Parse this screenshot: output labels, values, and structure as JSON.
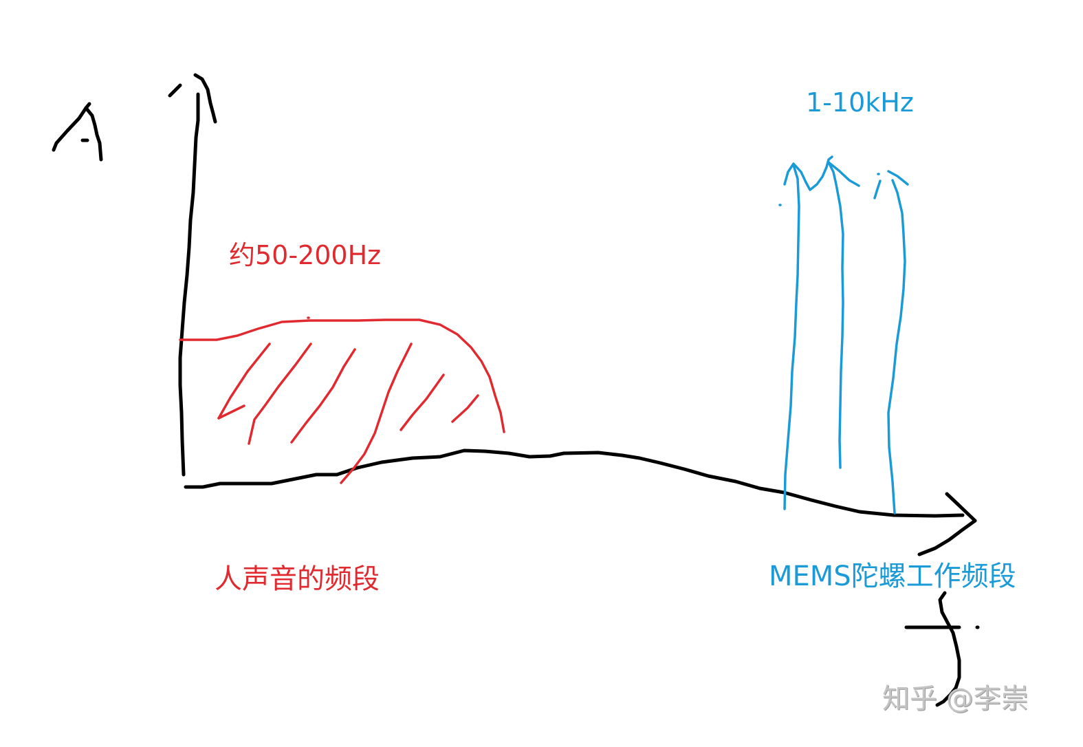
{
  "diagram": {
    "type": "hand-drawn frequency spectrum sketch",
    "axes": {
      "y_label": "A",
      "x_label": "f"
    },
    "annotations": {
      "voice_range": "约50-200Hz",
      "voice_caption": "人声音的频段",
      "mems_range": "1-10kHz",
      "mems_caption": "MEMS陀螺工作频段"
    },
    "watermark": "知乎 @李崇",
    "colors": {
      "axes": "#000000",
      "voice_band": "#e02a2f",
      "mems_band": "#1a9ad6",
      "watermark": "#c4c4c4"
    }
  }
}
